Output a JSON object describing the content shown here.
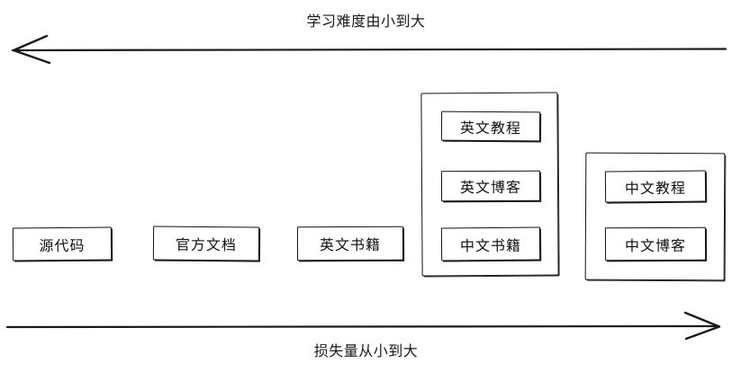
{
  "diagram": {
    "top_axis": {
      "label": "学习难度由小到大",
      "direction": "left",
      "arrow_name": "difficulty-axis-arrow"
    },
    "bottom_axis": {
      "label": "损失量从小到大",
      "direction": "right",
      "arrow_name": "loss-axis-arrow"
    },
    "nodes": [
      {
        "id": "source-code",
        "label": "源代码"
      },
      {
        "id": "official-docs",
        "label": "官方文档"
      },
      {
        "id": "english-books",
        "label": "英文书籍"
      }
    ],
    "groups": [
      {
        "id": "english-group",
        "items": [
          {
            "id": "english-tutorial",
            "label": "英文教程"
          },
          {
            "id": "english-blog",
            "label": "英文博客"
          },
          {
            "id": "chinese-books",
            "label": "中文书籍"
          }
        ]
      },
      {
        "id": "chinese-group",
        "items": [
          {
            "id": "chinese-tutorial",
            "label": "中文教程"
          },
          {
            "id": "chinese-blog",
            "label": "中文博客"
          }
        ]
      }
    ],
    "colors": {
      "stroke": "#111111",
      "background": "#ffffff",
      "text": "#1a1a1a"
    }
  }
}
